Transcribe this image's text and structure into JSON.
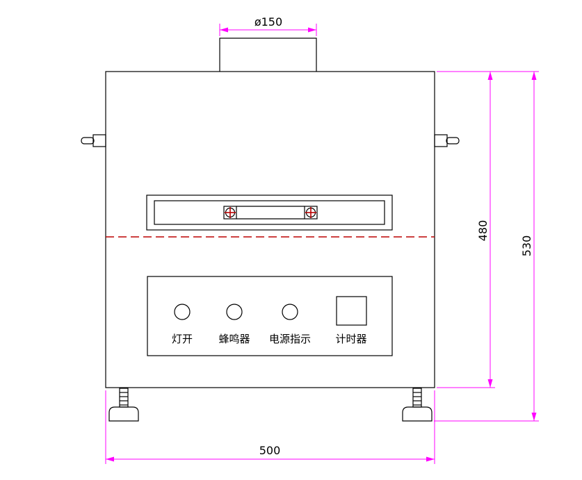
{
  "colors": {
    "outline": "#000000",
    "dimension": "#ff00ff",
    "centerline": "#bb0000",
    "text": "#000000"
  },
  "dimensions": {
    "chimney_diameter": "ø150",
    "body_height": "480",
    "overall_height": "530",
    "body_width": "500"
  },
  "control_panel": {
    "lamp_label": "灯开",
    "buzzer_label": "蜂鸣器",
    "power_label": "电源指示",
    "timer_label": "计时器"
  }
}
